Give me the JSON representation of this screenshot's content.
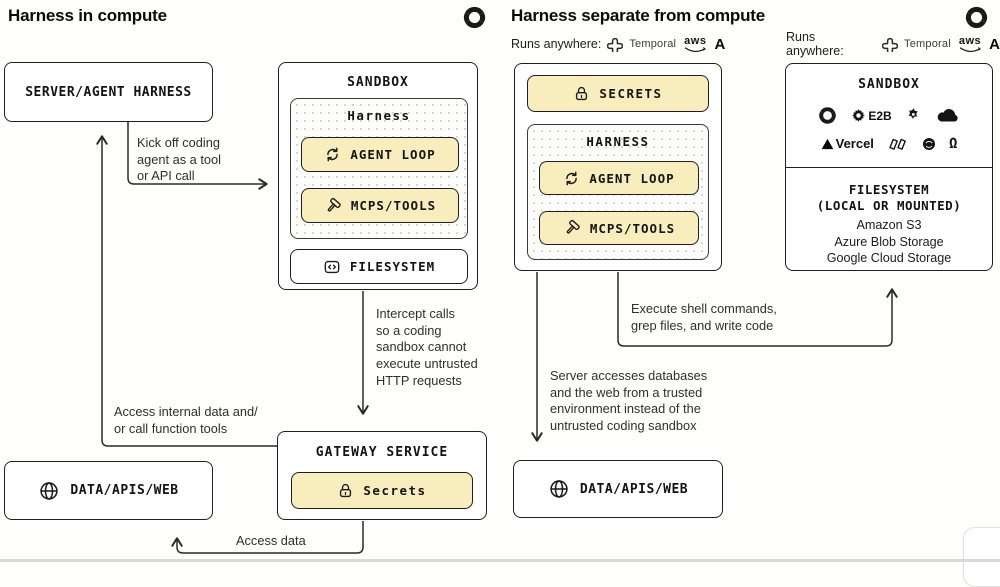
{
  "left": {
    "title": "Harness in compute",
    "server_box": {
      "label": "SERVER/AGENT HARNESS"
    },
    "sandbox": {
      "title": "SANDBOX",
      "harness": {
        "title": "Harness",
        "agent_loop": "AGENT LOOP",
        "mcps_tools": "MCPS/TOOLS"
      },
      "filesystem": "FILESYSTEM"
    },
    "gateway": {
      "title": "GATEWAY SERVICE",
      "secrets": "Secrets"
    },
    "data_box": {
      "label": "DATA/APIS/WEB"
    },
    "labels": {
      "kick_off": "Kick off coding\nagent as a tool\nor API call",
      "intercept": "Intercept calls\nso a coding\nsandbox cannot\nexecute untrusted\nHTTP requests",
      "access_internal": "Access internal data and/\nor call function tools",
      "access_data": "Access data"
    }
  },
  "right": {
    "title": "Harness separate from compute",
    "runs_anywhere": {
      "label": "Runs anywhere:",
      "temporal": "Temporal",
      "aws": "aws",
      "anthropic": "A"
    },
    "server_box": {
      "secrets": "SECRETS",
      "harness": {
        "title": "HARNESS",
        "agent_loop": "AGENT LOOP",
        "mcps_tools": "MCPS/TOOLS"
      }
    },
    "sandbox": {
      "title": "SANDBOX",
      "logos_row1": [
        "openai-logo",
        "e2b-logo",
        "spark-gear-logo",
        "cloudflare-logo"
      ],
      "logos_row2": [
        "vercel-logo",
        "modal-logo",
        "dark-circle-logo",
        "omega-logo"
      ],
      "e2b_label": "E2B",
      "vercel_label": "Vercel",
      "omega_glyph": "Ω",
      "filesystem_title": "FILESYSTEM\n(LOCAL OR MOUNTED)",
      "storage": [
        "Amazon S3",
        "Azure Blob Storage",
        "Google Cloud Storage"
      ]
    },
    "data_box": {
      "label": "DATA/APIS/WEB"
    },
    "labels": {
      "execute": "Execute shell commands,\ngrep files, and write code",
      "server_access": "Server accesses databases\nand the web from a trusted\nenvironment instead of the\nuntrusted coding sandbox"
    }
  },
  "colors": {
    "accent_yellow": "#f7edbd",
    "border_dark": "#1f1f1f",
    "text": "#2f2f2f"
  }
}
